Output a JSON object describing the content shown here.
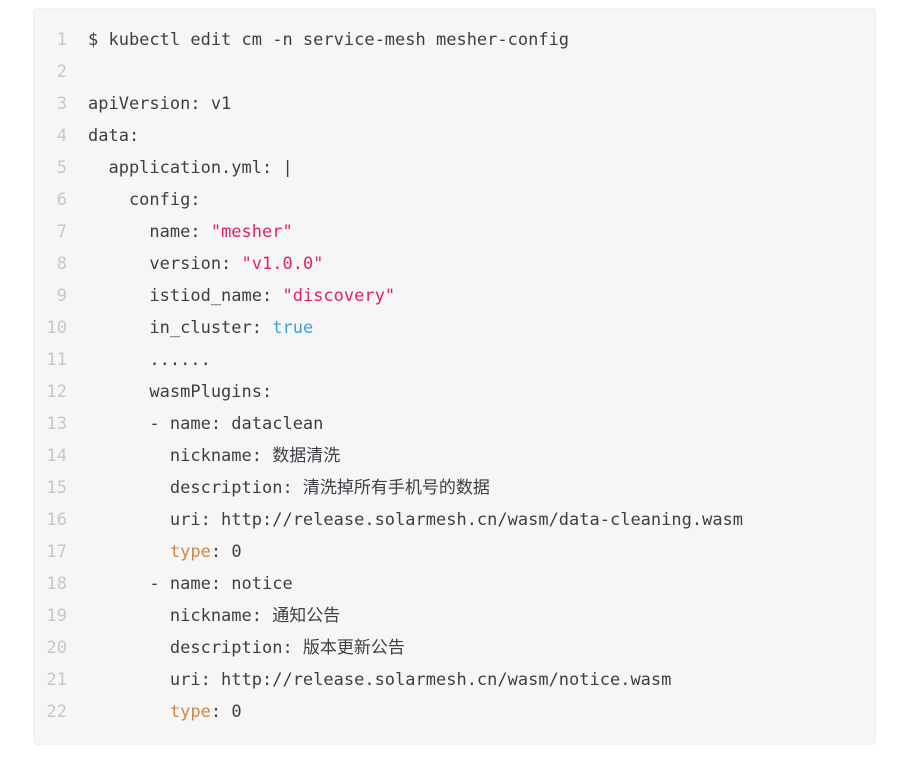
{
  "colors": {
    "page_bg": "#ffffff",
    "block_bg": "#f6f6f6",
    "block_border": "#f0f0f0",
    "line_number": "#c7c7c7",
    "text": "#3c4045",
    "string": "#e0245e",
    "literal": "#3c9fd8",
    "keyword": "#d28445"
  },
  "code_block": {
    "language": "yaml",
    "lines": [
      {
        "number": "1",
        "segments": [
          {
            "type": "plain",
            "text": "$ kubectl edit cm -n service-mesh mesher-config"
          }
        ]
      },
      {
        "number": "2",
        "segments": []
      },
      {
        "number": "3",
        "segments": [
          {
            "type": "plain",
            "text": "apiVersion: v1"
          }
        ]
      },
      {
        "number": "4",
        "segments": [
          {
            "type": "plain",
            "text": "data:"
          }
        ]
      },
      {
        "number": "5",
        "segments": [
          {
            "type": "plain",
            "text": "  application.yml: |"
          }
        ]
      },
      {
        "number": "6",
        "segments": [
          {
            "type": "plain",
            "text": "    config:"
          }
        ]
      },
      {
        "number": "7",
        "segments": [
          {
            "type": "plain",
            "text": "      name: "
          },
          {
            "type": "string",
            "text": "\"mesher\""
          }
        ]
      },
      {
        "number": "8",
        "segments": [
          {
            "type": "plain",
            "text": "      version: "
          },
          {
            "type": "string",
            "text": "\"v1.0.0\""
          }
        ]
      },
      {
        "number": "9",
        "segments": [
          {
            "type": "plain",
            "text": "      istiod_name: "
          },
          {
            "type": "string",
            "text": "\"discovery\""
          }
        ]
      },
      {
        "number": "10",
        "segments": [
          {
            "type": "plain",
            "text": "      in_cluster: "
          },
          {
            "type": "literal",
            "text": "true"
          }
        ]
      },
      {
        "number": "11",
        "segments": [
          {
            "type": "plain",
            "text": "      ......"
          }
        ]
      },
      {
        "number": "12",
        "segments": [
          {
            "type": "plain",
            "text": "      wasmPlugins:"
          }
        ]
      },
      {
        "number": "13",
        "segments": [
          {
            "type": "plain",
            "text": "      - name: dataclean"
          }
        ]
      },
      {
        "number": "14",
        "segments": [
          {
            "type": "plain",
            "text": "        nickname: 数据清洗"
          }
        ]
      },
      {
        "number": "15",
        "segments": [
          {
            "type": "plain",
            "text": "        description: 清洗掉所有手机号的数据"
          }
        ]
      },
      {
        "number": "16",
        "segments": [
          {
            "type": "plain",
            "text": "        uri: http://release.solarmesh.cn/wasm/data-cleaning.wasm"
          }
        ]
      },
      {
        "number": "17",
        "segments": [
          {
            "type": "plain",
            "text": "        "
          },
          {
            "type": "keyword",
            "text": "type"
          },
          {
            "type": "plain",
            "text": ": 0"
          }
        ]
      },
      {
        "number": "18",
        "segments": [
          {
            "type": "plain",
            "text": "      - name: notice"
          }
        ]
      },
      {
        "number": "19",
        "segments": [
          {
            "type": "plain",
            "text": "        nickname: 通知公告"
          }
        ]
      },
      {
        "number": "20",
        "segments": [
          {
            "type": "plain",
            "text": "        description: 版本更新公告"
          }
        ]
      },
      {
        "number": "21",
        "segments": [
          {
            "type": "plain",
            "text": "        uri: http://release.solarmesh.cn/wasm/notice.wasm"
          }
        ]
      },
      {
        "number": "22",
        "segments": [
          {
            "type": "plain",
            "text": "        "
          },
          {
            "type": "keyword",
            "text": "type"
          },
          {
            "type": "plain",
            "text": ": 0"
          }
        ]
      }
    ]
  }
}
